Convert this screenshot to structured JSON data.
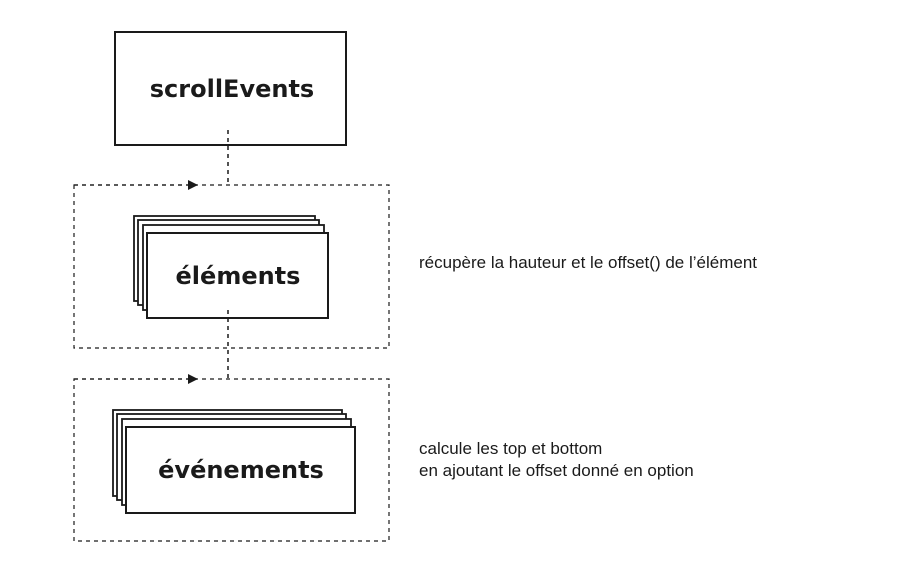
{
  "nodes": {
    "root": {
      "label": "scrollEvents"
    },
    "elements": {
      "label": "éléments"
    },
    "events": {
      "label": "événements"
    }
  },
  "annotations": {
    "elements_note": "récupère la hauteur et le offset() de l’élément",
    "events_note_line1": "calcule les top et bottom",
    "events_note_line2": "en ajoutant le offset donné en option"
  },
  "colors": {
    "stroke": "#1a1a1a",
    "background": "#ffffff"
  }
}
